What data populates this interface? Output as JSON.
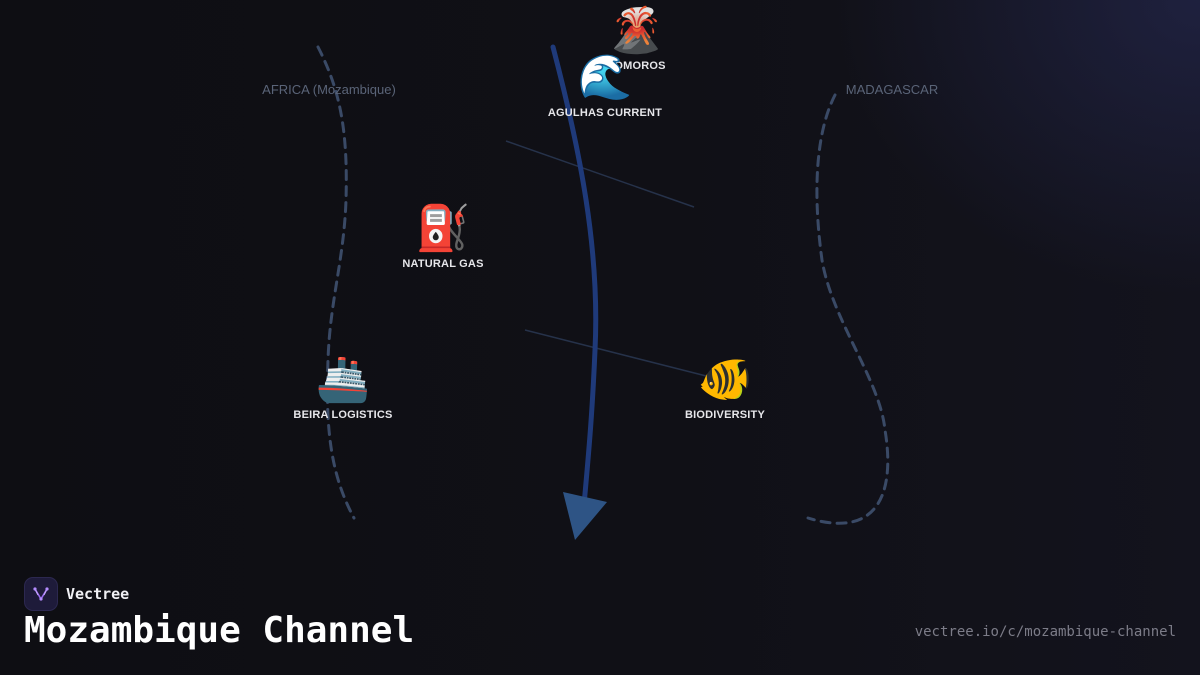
{
  "regions": {
    "africa": "AFRICA (Mozambique)",
    "madagascar": "MADAGASCAR"
  },
  "nodes": {
    "comoros": {
      "label": "COMOROS",
      "icon": "volcano-icon"
    },
    "agulhas": {
      "label": "AGULHAS CURRENT",
      "icon": "wave-icon"
    },
    "natural_gas": {
      "label": "NATURAL GAS",
      "icon": "fuel-pump-icon"
    },
    "beira": {
      "label": "BEIRA LOGISTICS",
      "icon": "ship-icon"
    },
    "biodiversity": {
      "label": "BIODIVERSITY",
      "icon": "fish-icon"
    }
  },
  "brand": {
    "name": "Vectree",
    "icon": "vectree-logo-icon"
  },
  "page": {
    "title": "Mozambique Channel",
    "url": "vectree.io/c/mozambique-channel"
  },
  "colors": {
    "background": "#0f0f14",
    "current_arrow": "#1f3a7a",
    "arrow_head": "#2e5485",
    "coastline": "#3a4a66",
    "connector": "#26324a",
    "label_text": "#e6e6ea",
    "region_text": "#5a6478"
  }
}
